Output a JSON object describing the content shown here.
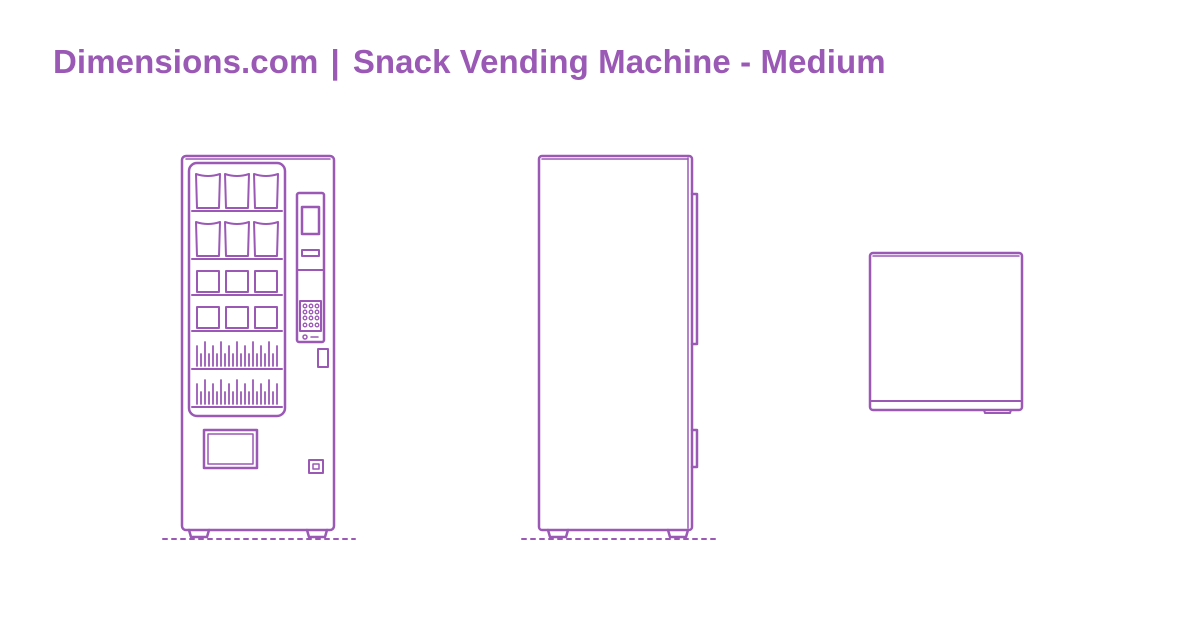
{
  "header": {
    "brand": "Dimensions.com",
    "separator": "|",
    "title": "Snack Vending Machine - Medium"
  },
  "drawing": {
    "stroke_color": "#9b59b6",
    "views": [
      "front-view",
      "side-view",
      "top-view"
    ]
  }
}
